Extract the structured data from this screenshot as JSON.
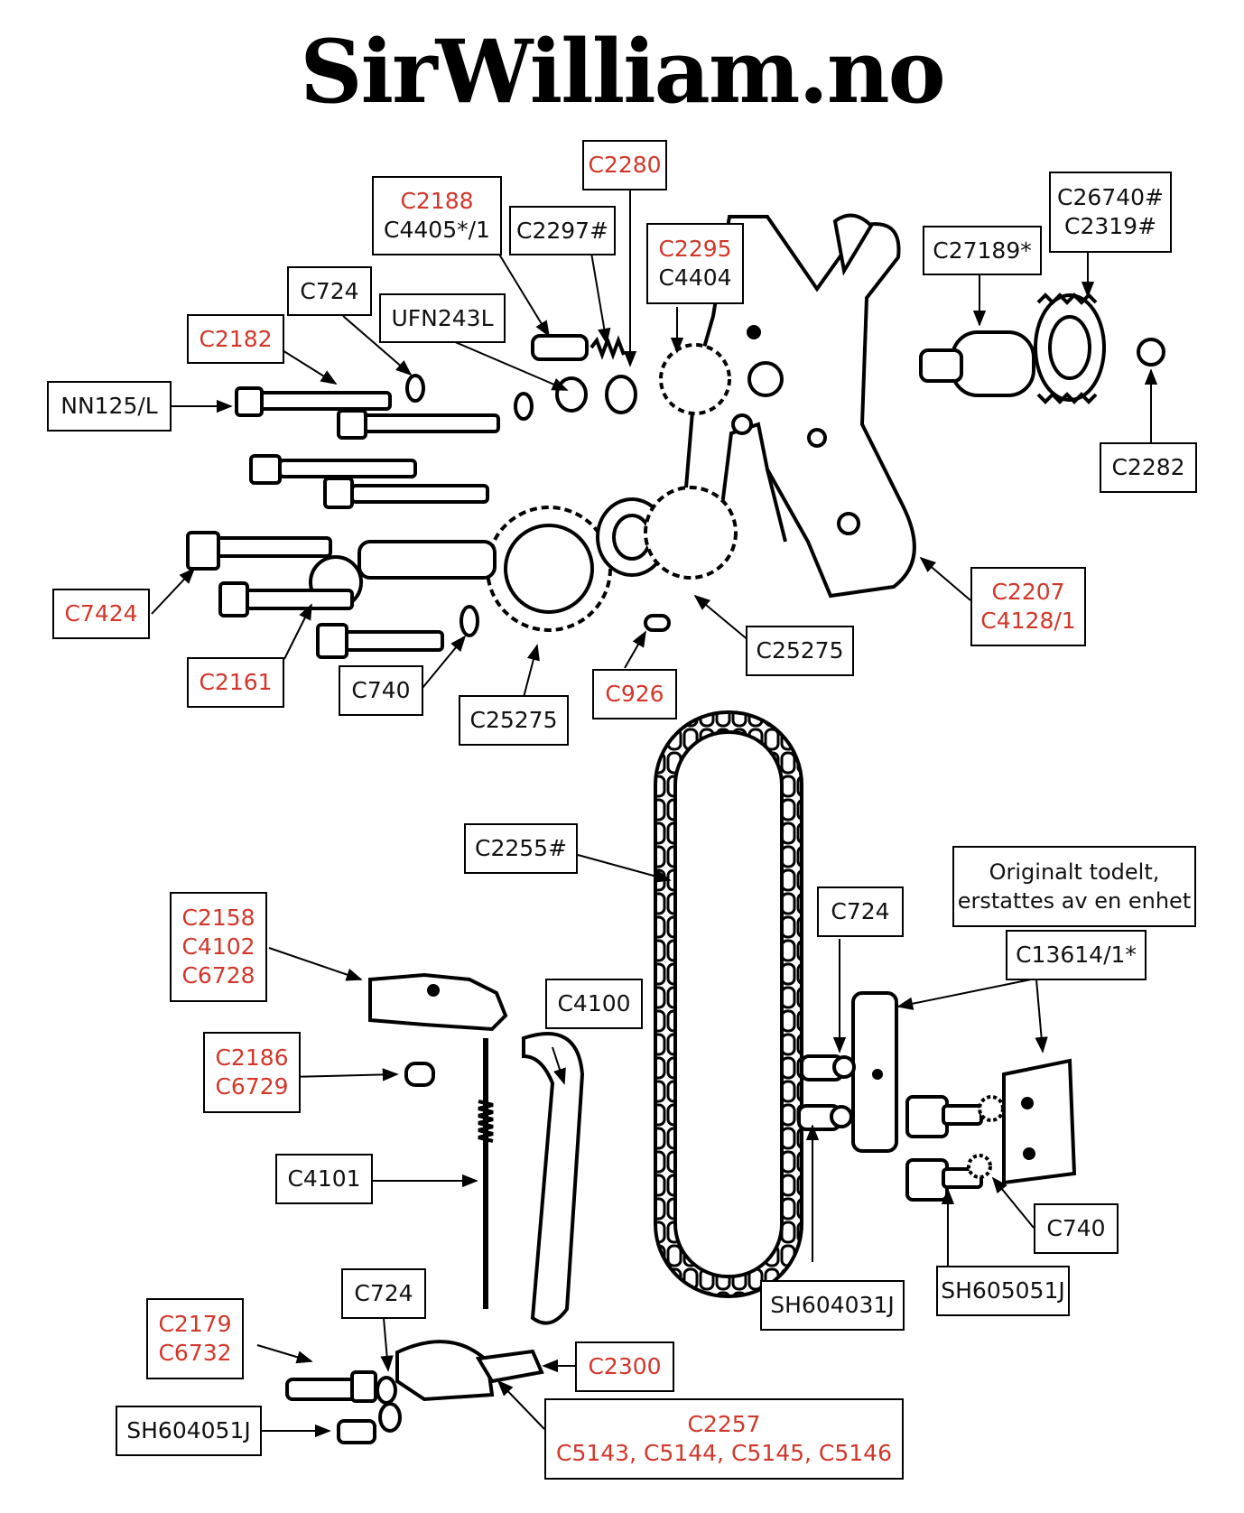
{
  "title": "SirWilliam.no",
  "colors": {
    "highlight": "#d2372b",
    "text": "#111111",
    "line": "#000000"
  },
  "labels": {
    "c2280": {
      "lines": [
        "C2280"
      ],
      "red": [
        true
      ]
    },
    "c2188": {
      "lines": [
        "C2188",
        "C4405*/1"
      ],
      "red": [
        true,
        false
      ]
    },
    "c2297": {
      "lines": [
        "C2297#"
      ],
      "red": [
        false
      ]
    },
    "c26740": {
      "lines": [
        "C26740#",
        "C2319#"
      ],
      "red": [
        false,
        false
      ]
    },
    "c2295": {
      "lines": [
        "C2295",
        "C4404"
      ],
      "red": [
        true,
        false
      ]
    },
    "c27189": {
      "lines": [
        "C27189*"
      ],
      "red": [
        false
      ]
    },
    "c724_top": {
      "lines": [
        "C724"
      ],
      "red": [
        false
      ]
    },
    "ufn243l": {
      "lines": [
        "UFN243L"
      ],
      "red": [
        false
      ]
    },
    "c2182": {
      "lines": [
        "C2182"
      ],
      "red": [
        true
      ]
    },
    "nn125l": {
      "lines": [
        "NN125/L"
      ],
      "red": [
        false
      ]
    },
    "c2282": {
      "lines": [
        "C2282"
      ],
      "red": [
        false
      ]
    },
    "c7424": {
      "lines": [
        "C7424"
      ],
      "red": [
        true
      ]
    },
    "c2207": {
      "lines": [
        "C2207",
        "C4128/1"
      ],
      "red": [
        true,
        true
      ]
    },
    "c25275_right": {
      "lines": [
        "C25275"
      ],
      "red": [
        false
      ]
    },
    "c2161": {
      "lines": [
        "C2161"
      ],
      "red": [
        true
      ]
    },
    "c740_top": {
      "lines": [
        "C740"
      ],
      "red": [
        false
      ]
    },
    "c926": {
      "lines": [
        "C926"
      ],
      "red": [
        true
      ]
    },
    "c25275_left": {
      "lines": [
        "C25275"
      ],
      "red": [
        false
      ]
    },
    "c2255": {
      "lines": [
        "C2255#"
      ],
      "red": [
        false
      ]
    },
    "original": {
      "lines": [
        "Originalt todelt,",
        "erstattes av en enhet"
      ],
      "red": [
        false,
        false
      ]
    },
    "c724_mid": {
      "lines": [
        "C724"
      ],
      "red": [
        false
      ]
    },
    "c2158": {
      "lines": [
        "C2158",
        "C4102",
        "C6728"
      ],
      "red": [
        true,
        true,
        true
      ]
    },
    "c13614": {
      "lines": [
        "C13614/1*"
      ],
      "red": [
        false
      ]
    },
    "c4100": {
      "lines": [
        "C4100"
      ],
      "red": [
        false
      ]
    },
    "c2186": {
      "lines": [
        "C2186",
        "C6729"
      ],
      "red": [
        true,
        true
      ]
    },
    "c4101": {
      "lines": [
        "C4101"
      ],
      "red": [
        false
      ]
    },
    "c740_bot": {
      "lines": [
        "C740"
      ],
      "red": [
        false
      ]
    },
    "sh605051j": {
      "lines": [
        "SH605051J"
      ],
      "red": [
        false
      ]
    },
    "c724_bot": {
      "lines": [
        "C724"
      ],
      "red": [
        false
      ]
    },
    "sh604031j": {
      "lines": [
        "SH604031J"
      ],
      "red": [
        false
      ]
    },
    "c2179": {
      "lines": [
        "C2179",
        "C6732"
      ],
      "red": [
        true,
        true
      ]
    },
    "c2300": {
      "lines": [
        "C2300"
      ],
      "red": [
        true
      ]
    },
    "c2257": {
      "lines": [
        "C2257",
        "C5143, C5144, C5145, C5146"
      ],
      "red": [
        true,
        true
      ]
    },
    "sh604051j": {
      "lines": [
        "SH604051J"
      ],
      "red": [
        false
      ]
    }
  }
}
